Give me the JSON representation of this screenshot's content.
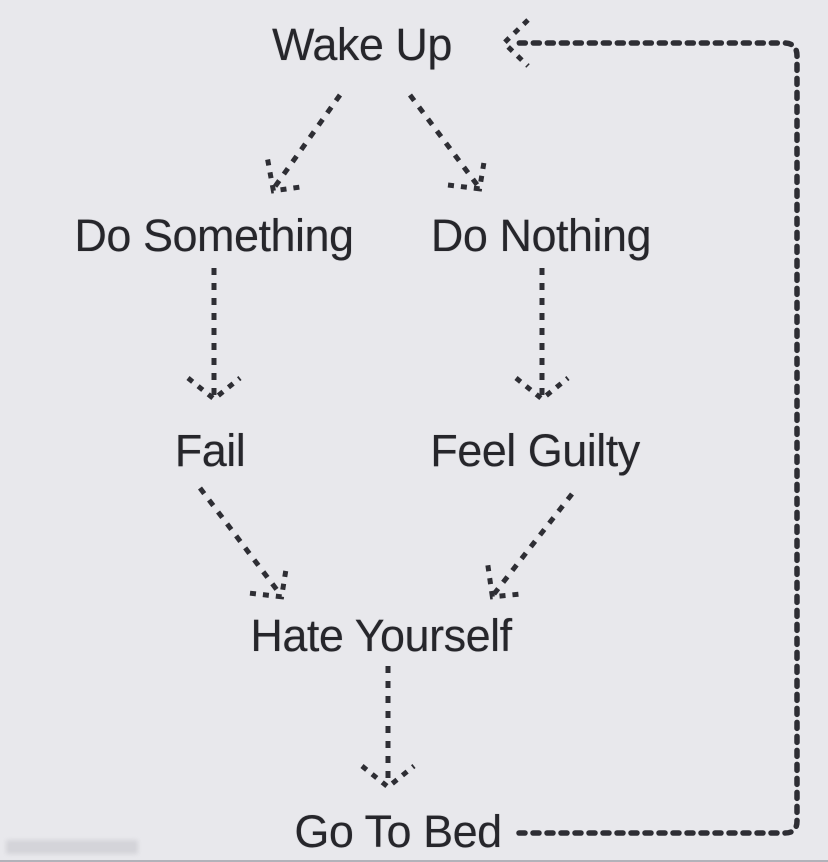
{
  "diagram": {
    "title": "daily loop flowchart",
    "colors": {
      "background": "#e8e8ec",
      "ink": "#2e2e34",
      "text": "#26262b"
    },
    "nodes": {
      "wake_up": {
        "label": "Wake Up"
      },
      "do_something": {
        "label": "Do Something"
      },
      "do_nothing": {
        "label": "Do Nothing"
      },
      "fail": {
        "label": "Fail"
      },
      "feel_guilty": {
        "label": "Feel Guilty"
      },
      "hate_yourself": {
        "label": "Hate Yourself"
      },
      "go_to_bed": {
        "label": "Go To Bed"
      }
    },
    "edges": [
      {
        "from": "wake_up",
        "to": "do_something",
        "style": "dashed-arrow"
      },
      {
        "from": "wake_up",
        "to": "do_nothing",
        "style": "dashed-arrow"
      },
      {
        "from": "do_something",
        "to": "fail",
        "style": "dashed-arrow"
      },
      {
        "from": "do_nothing",
        "to": "feel_guilty",
        "style": "dashed-arrow"
      },
      {
        "from": "fail",
        "to": "hate_yourself",
        "style": "dashed-arrow"
      },
      {
        "from": "feel_guilty",
        "to": "hate_yourself",
        "style": "dashed-arrow"
      },
      {
        "from": "hate_yourself",
        "to": "go_to_bed",
        "style": "dashed-arrow"
      },
      {
        "from": "go_to_bed",
        "to": "wake_up",
        "style": "dashed-arrow-loop-right-edge"
      }
    ]
  }
}
